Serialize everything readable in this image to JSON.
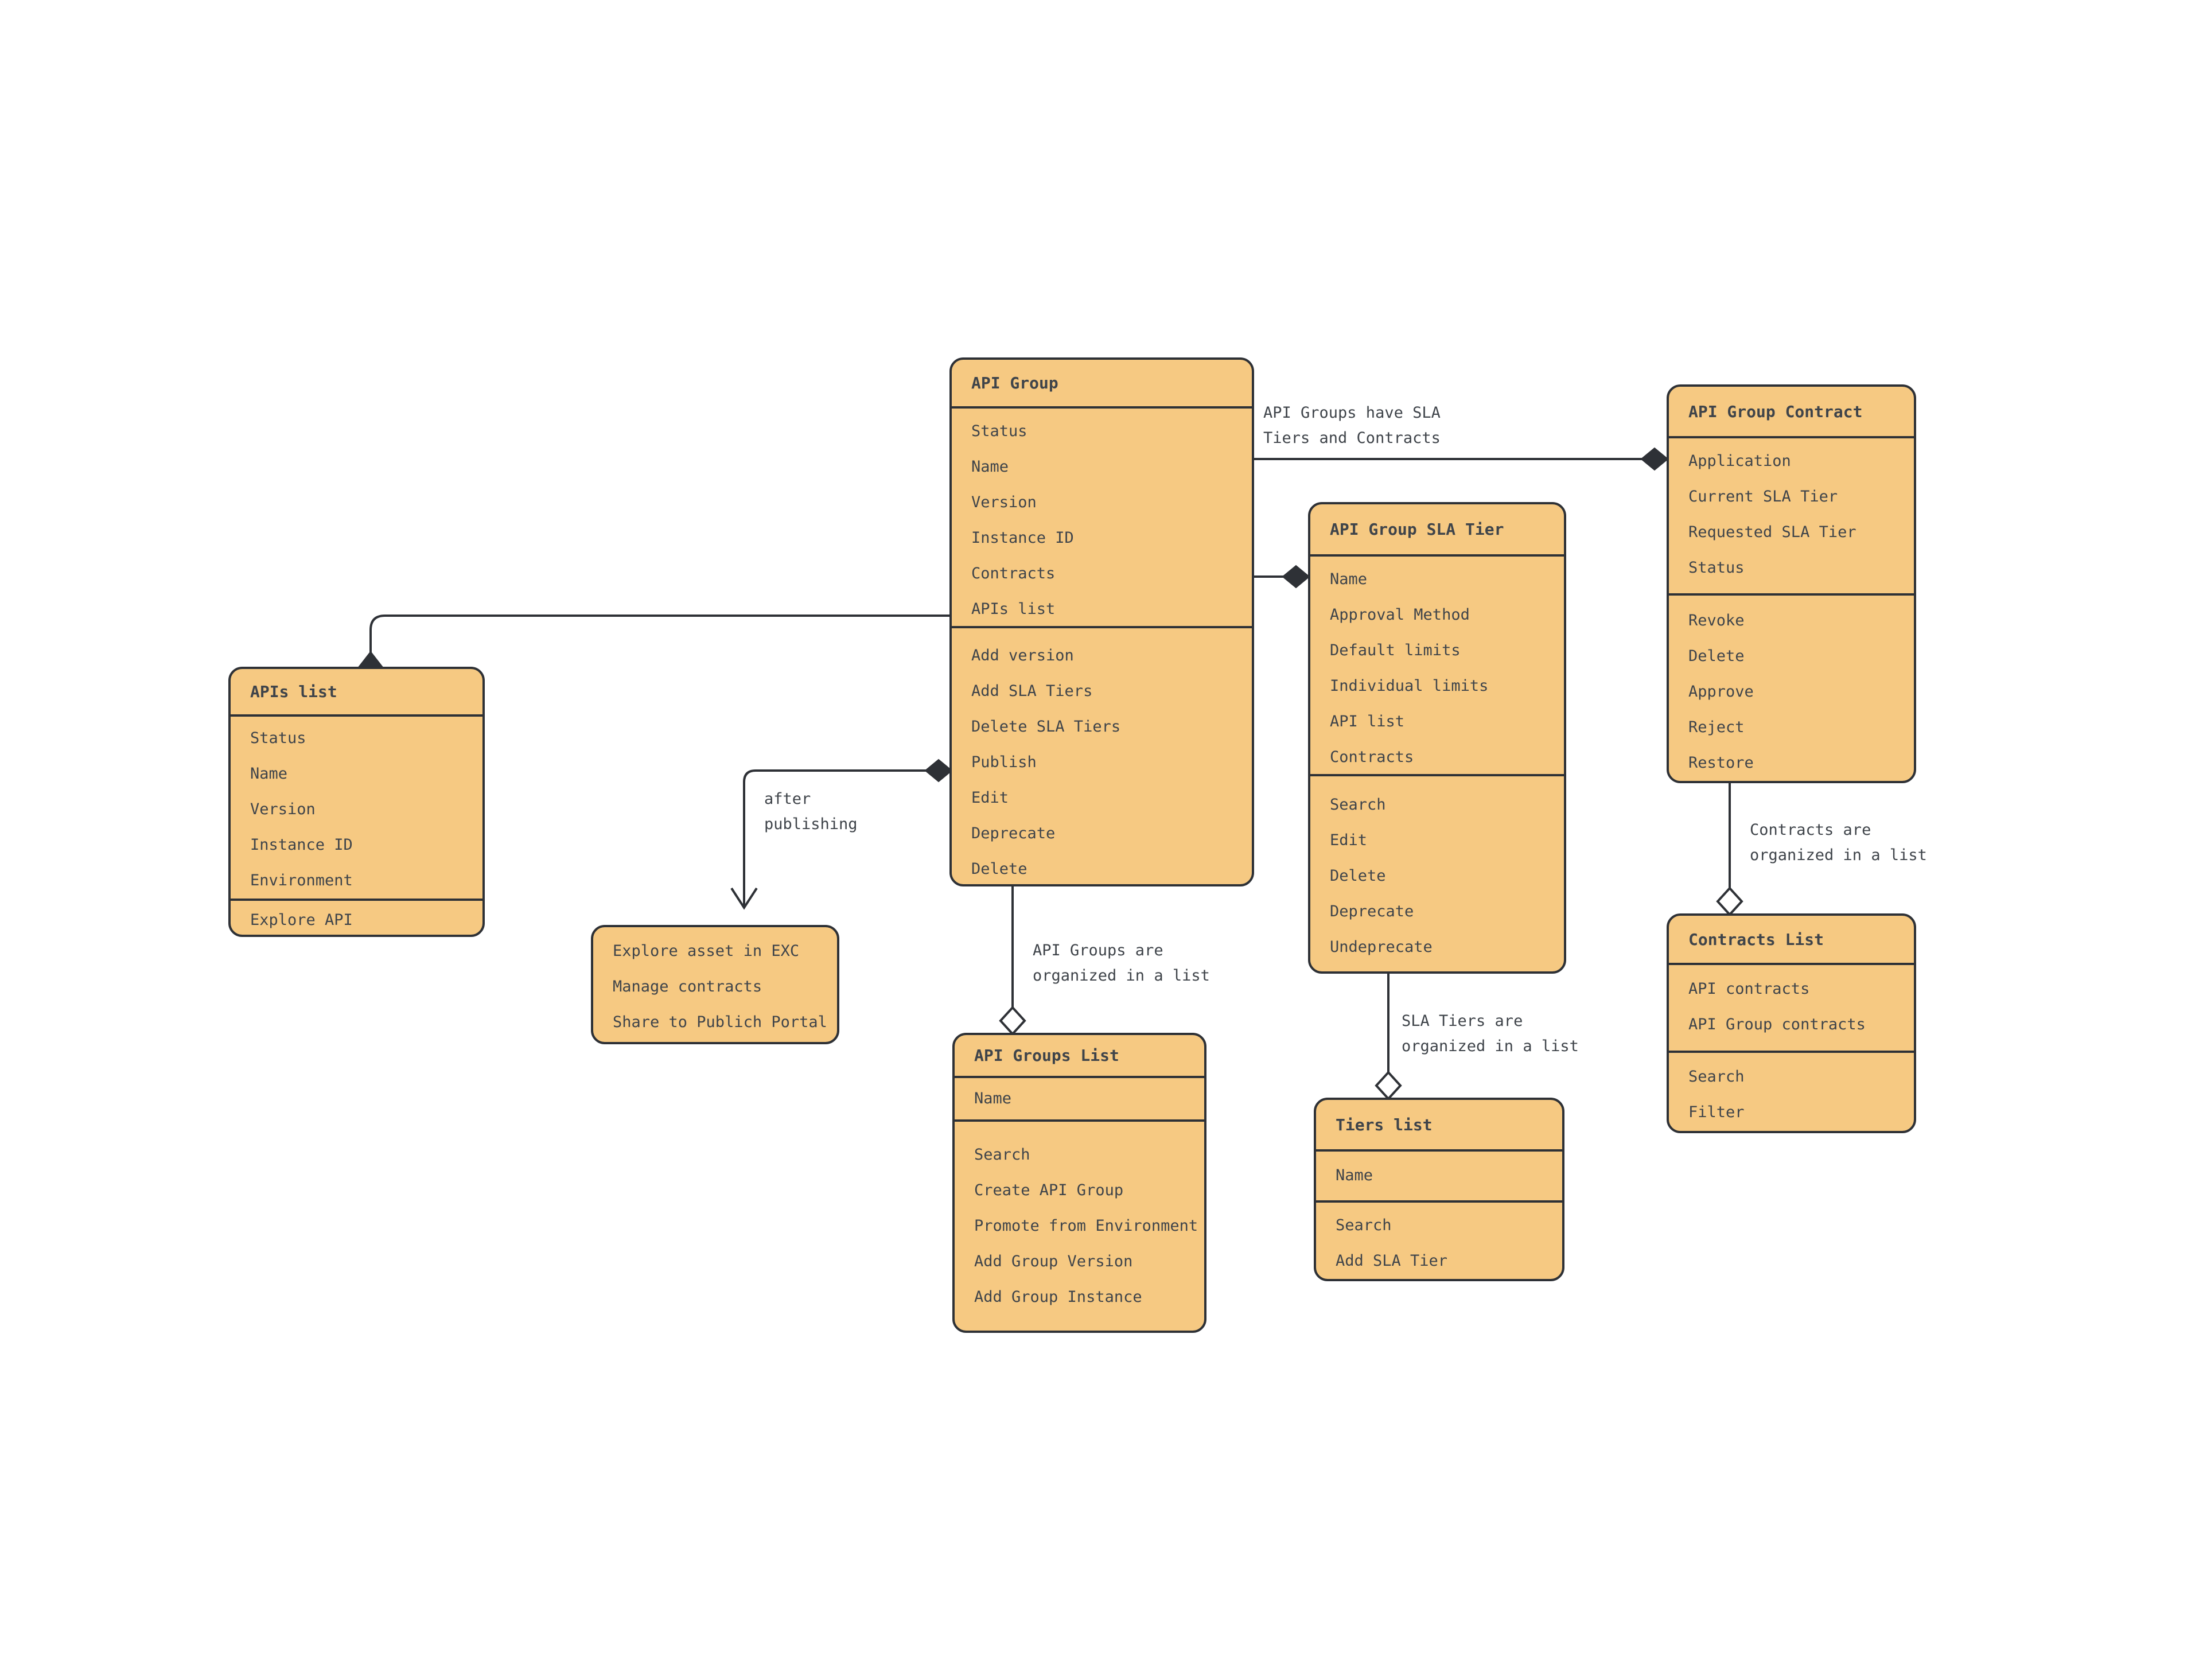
{
  "canvas": {
    "background": "#ffffff",
    "box_fill": "#F6C982",
    "box_border": "#2E3136",
    "text_color": "#3F444A"
  },
  "entities": {
    "api_group": {
      "title": "API Group",
      "fields": [
        "Status",
        "Name",
        "Version",
        "Instance ID",
        "Contracts",
        "APIs list"
      ],
      "actions": [
        "Add version",
        "Add SLA Tiers",
        "Delete SLA Tiers",
        "Publish",
        "Edit",
        "Deprecate",
        "Delete"
      ]
    },
    "apis_list": {
      "title": "APIs list",
      "fields": [
        "Status",
        "Name",
        "Version",
        "Instance ID",
        "Environment"
      ],
      "actions": [
        "Explore API"
      ]
    },
    "explore_menu": {
      "items": [
        "Explore asset in EXC",
        "Manage contracts",
        "Share to Publich Portal"
      ]
    },
    "api_groups_list": {
      "title": "API Groups List",
      "fields": [
        "Name"
      ],
      "actions": [
        "Search",
        "Create API Group",
        "Promote from Environment",
        "Add Group Version",
        "Add Group Instance"
      ]
    },
    "sla_tier": {
      "title": "API Group SLA Tier",
      "fields": [
        "Name",
        "Approval Method",
        "Default limits",
        "Individual limits",
        "API list",
        "Contracts"
      ],
      "actions": [
        "Search",
        "Edit",
        "Delete",
        "Deprecate",
        "Undeprecate"
      ]
    },
    "tiers_list": {
      "title": "Tiers list",
      "fields": [
        "Name"
      ],
      "actions": [
        "Search",
        "Add SLA Tier"
      ]
    },
    "contract": {
      "title": "API Group Contract",
      "fields": [
        "Application",
        "Current SLA Tier",
        "Requested SLA Tier",
        "Status"
      ],
      "actions": [
        "Revoke",
        "Delete",
        "Approve",
        "Reject",
        "Restore"
      ]
    },
    "contracts_list": {
      "title": "Contracts List",
      "fields": [
        "API contracts",
        "API Group contracts"
      ],
      "actions": [
        "Search",
        "Filter"
      ]
    }
  },
  "labels": {
    "contract_rel": "API Groups have SLA\nTiers and Contracts",
    "after_publishing": "after\npublishing",
    "groups_list_rel": "API Groups are\norganized in a list",
    "tiers_list_rel": "SLA Tiers are\norganized in a list",
    "contracts_list_rel": "Contracts are\norganized in a list"
  }
}
